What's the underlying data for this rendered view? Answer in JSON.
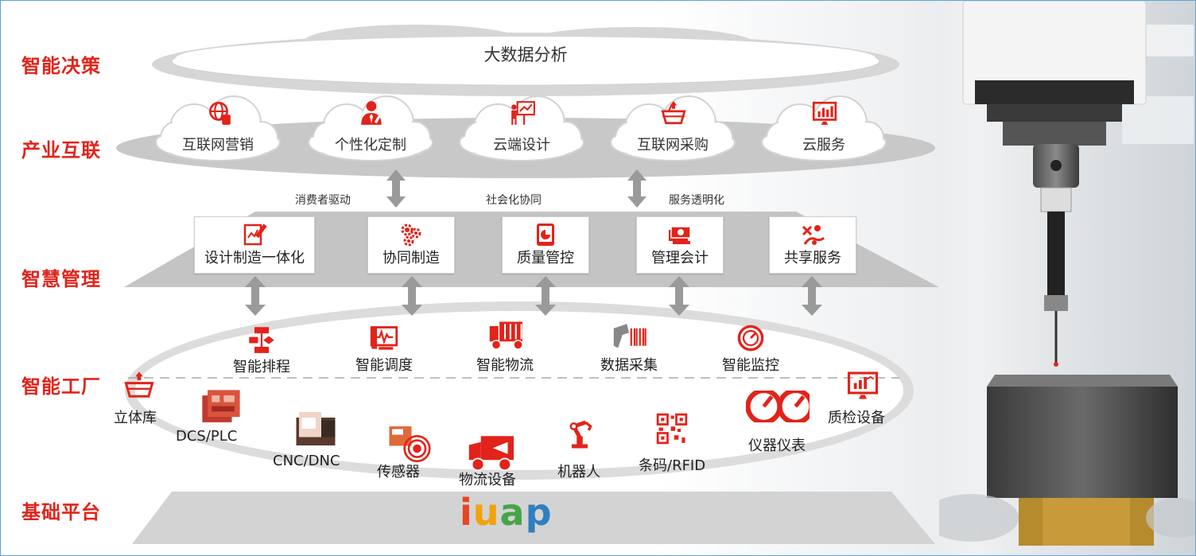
{
  "layers": {
    "decision": "智能决策",
    "industry": "产业互联",
    "management": "智慧管理",
    "factory": "智能工厂",
    "platform": "基础平台"
  },
  "decision": {
    "cloud_label": "大数据分析"
  },
  "industry_clouds": [
    {
      "label": "互联网营销",
      "icon": "globe-phone-icon"
    },
    {
      "label": "个性化定制",
      "icon": "person-tie-icon"
    },
    {
      "label": "云端设计",
      "icon": "presentation-icon"
    },
    {
      "label": "互联网采购",
      "icon": "shopping-basket-icon"
    },
    {
      "label": "云服务",
      "icon": "chart-screen-icon"
    }
  ],
  "connectors": {
    "consumer": "消费者驱动",
    "social": "社会化协同",
    "service": "服务透明化"
  },
  "management_boxes": [
    {
      "label": "设计制造一体化",
      "icon": "design-pencil-icon"
    },
    {
      "label": "协同制造",
      "icon": "gears-icon"
    },
    {
      "label": "质量管控",
      "icon": "tablet-chart-icon"
    },
    {
      "label": "管理会计",
      "icon": "money-icon"
    },
    {
      "label": "共享服务",
      "icon": "share-hands-icon"
    }
  ],
  "factory_top": [
    {
      "label": "智能排程",
      "icon": "flowchart-icon"
    },
    {
      "label": "智能调度",
      "icon": "monitor-pulse-icon"
    },
    {
      "label": "智能物流",
      "icon": "truck-icon"
    },
    {
      "label": "数据采集",
      "icon": "barcode-scanner-icon"
    },
    {
      "label": "智能监控",
      "icon": "gauge-icon"
    }
  ],
  "factory_bottom": [
    {
      "label": "立体库",
      "icon": "basket-icon"
    },
    {
      "label": "DCS/PLC",
      "icon": "plc-device-icon"
    },
    {
      "label": "CNC/DNC",
      "icon": "cnc-machine-icon"
    },
    {
      "label": "传感器",
      "icon": "sensor-icon"
    },
    {
      "label": "物流设备",
      "icon": "delivery-truck-icon"
    },
    {
      "label": "机器人",
      "icon": "robot-arm-icon"
    },
    {
      "label": "条码/RFID",
      "icon": "qr-code-icon"
    },
    {
      "label": "仪器仪表",
      "icon": "dual-gauge-icon"
    },
    {
      "label": "质检设备",
      "icon": "inspection-screen-icon"
    }
  ],
  "platform": {
    "logo_text": "iuap",
    "logo_colors": [
      "#e8451e",
      "#f2a20a",
      "#46a548",
      "#2f7fc1"
    ]
  },
  "colors": {
    "accent": "#e2231a",
    "arrow": "#9a9a9a",
    "band": "#bdbdbd"
  }
}
